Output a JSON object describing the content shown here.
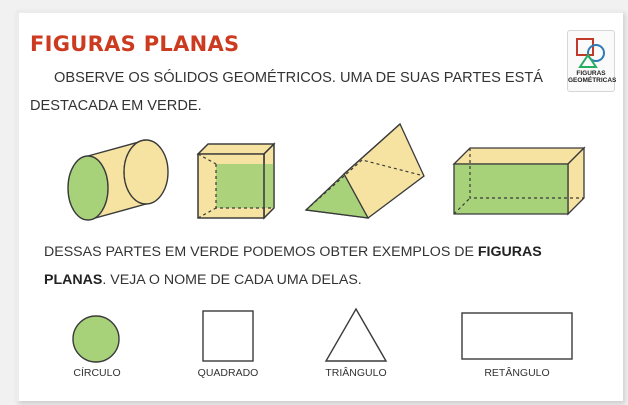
{
  "title": "FIGURAS PLANAS",
  "intro": {
    "line1": "OBSERVE OS SÓLIDOS GEOMÉTRICOS. UMA DE SUAS PARTES ESTÁ",
    "line2": "DESTACADA EM VERDE."
  },
  "badge": {
    "icon": "geometric-figures-icon",
    "line1": "FIGURAS",
    "line2": "GEOMÉTRICAS"
  },
  "paragraph2": {
    "part1": "DESSAS PARTES EM VERDE PODEMOS OBTER EXEMPLOS DE ",
    "bold1": "FIGURAS",
    "bold2": "PLANAS",
    "part2": ". VEJA O NOME DE CADA UMA DELAS."
  },
  "solids": [
    "cylinder",
    "cube",
    "triangular-prism",
    "rectangular-prism"
  ],
  "shapes": [
    {
      "name": "circle",
      "label": "CÍRCULO"
    },
    {
      "name": "square",
      "label": "QUADRADO"
    },
    {
      "name": "triangle",
      "label": "TRIÂNGULO"
    },
    {
      "name": "rectangle",
      "label": "RETÂNGULO"
    }
  ],
  "colors": {
    "title": "#cc3b1f",
    "green": "#a8d27a",
    "yellow": "#f6e3a1",
    "outline": "#3a3a3a"
  }
}
